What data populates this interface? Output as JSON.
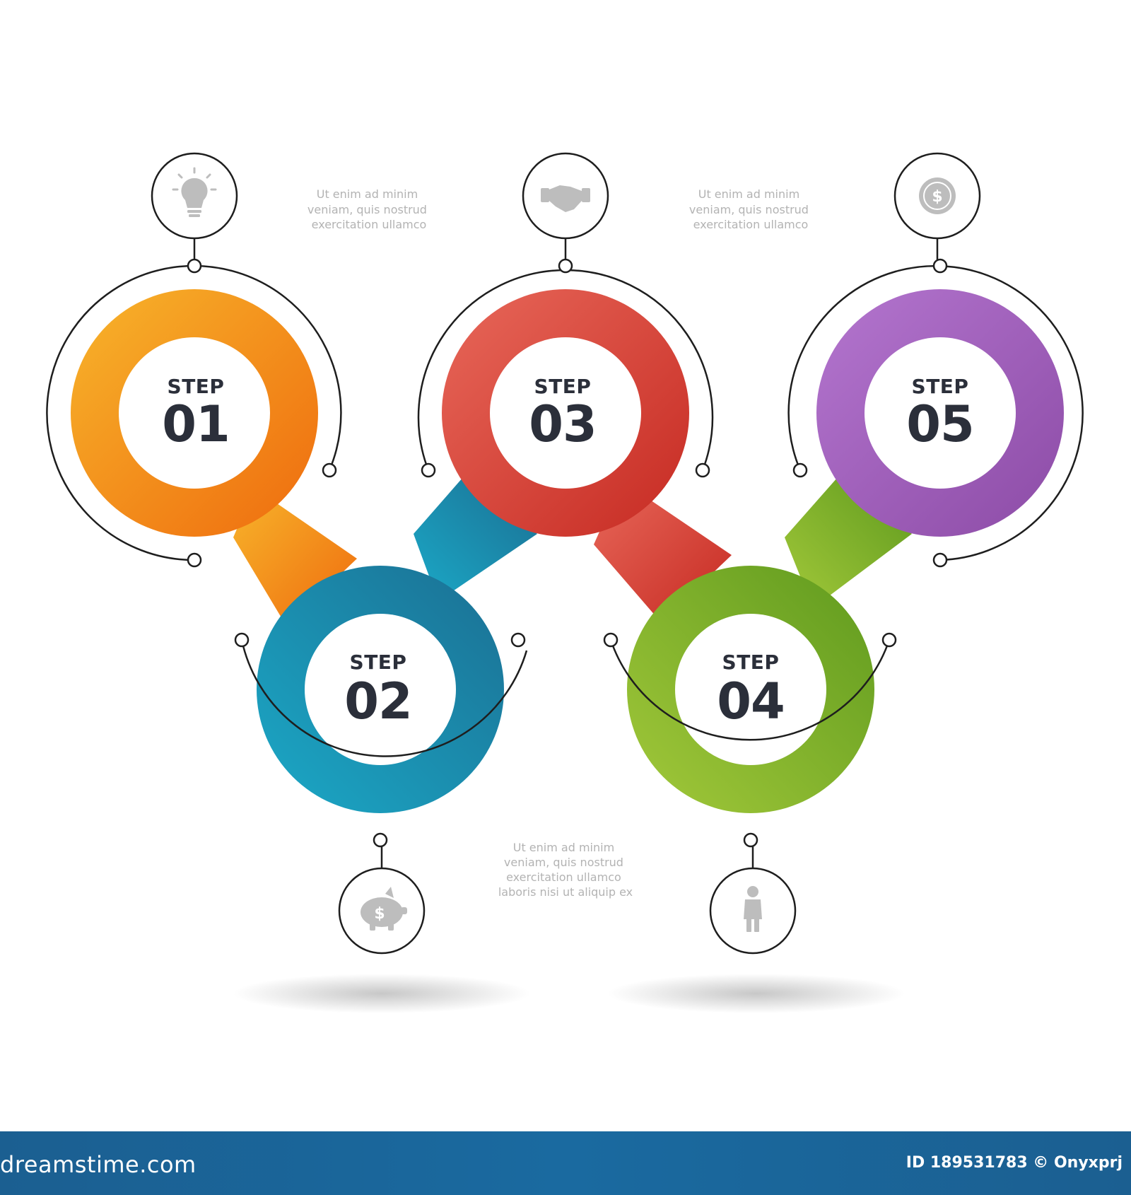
{
  "steps": [
    {
      "word": "STEP",
      "number": "01",
      "color_light": "#f7b52b",
      "color_dark": "#ef6b0e",
      "icon": "lightbulb-icon"
    },
    {
      "word": "STEP",
      "number": "02",
      "color_light": "#1ba9c7",
      "color_dark": "#1b6f93",
      "icon": "piggy-bank-icon"
    },
    {
      "word": "STEP",
      "number": "03",
      "color_light": "#e8685a",
      "color_dark": "#c62a22",
      "icon": "handshake-icon"
    },
    {
      "word": "STEP",
      "number": "04",
      "color_light": "#a3c93a",
      "color_dark": "#5f9a1e",
      "icon": "businessman-icon"
    },
    {
      "word": "STEP",
      "number": "05",
      "color_light": "#b476cf",
      "color_dark": "#8c4ba6",
      "icon": "dollar-coin-icon"
    }
  ],
  "captions": [
    {
      "lines": [
        "Ut enim ad minim",
        "veniam, quis nostrud",
        "exercitation ullamco"
      ]
    },
    {
      "lines": [
        "Ut enim ad minim",
        "veniam, quis nostrud",
        "exercitation ullamco"
      ]
    },
    {
      "lines": [
        "Ut enim ad minim",
        "veniam, quis nostrud",
        "exercitation ullamco",
        "laboris nisi ut aliquip ex"
      ]
    }
  ],
  "footer": {
    "brand": "dreamstime.com",
    "id_text": "ID 189531783 © Onyxprj"
  }
}
